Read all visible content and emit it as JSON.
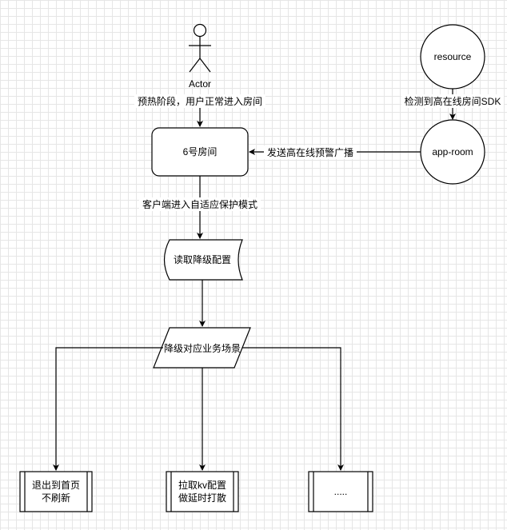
{
  "nodes": {
    "actor": "Actor",
    "room6": "6号房间",
    "resource": "resource",
    "app_room": "app-room",
    "read_config": "读取降级配置",
    "scenario": "降级对应业务场景",
    "exit_home_line1": "退出到首页",
    "exit_home_line2": "不刷新",
    "pull_kv_line1": "拉取kv配置",
    "pull_kv_line2": "做延时打散",
    "more": "....."
  },
  "edges": {
    "preheat": "预热阶段，用户正常进入房间",
    "detect_sdk": "检测到高在线房间SDK",
    "send_warning": "发送高在线预警广播",
    "adaptive_mode": "客户端进入自适应保护模式"
  }
}
